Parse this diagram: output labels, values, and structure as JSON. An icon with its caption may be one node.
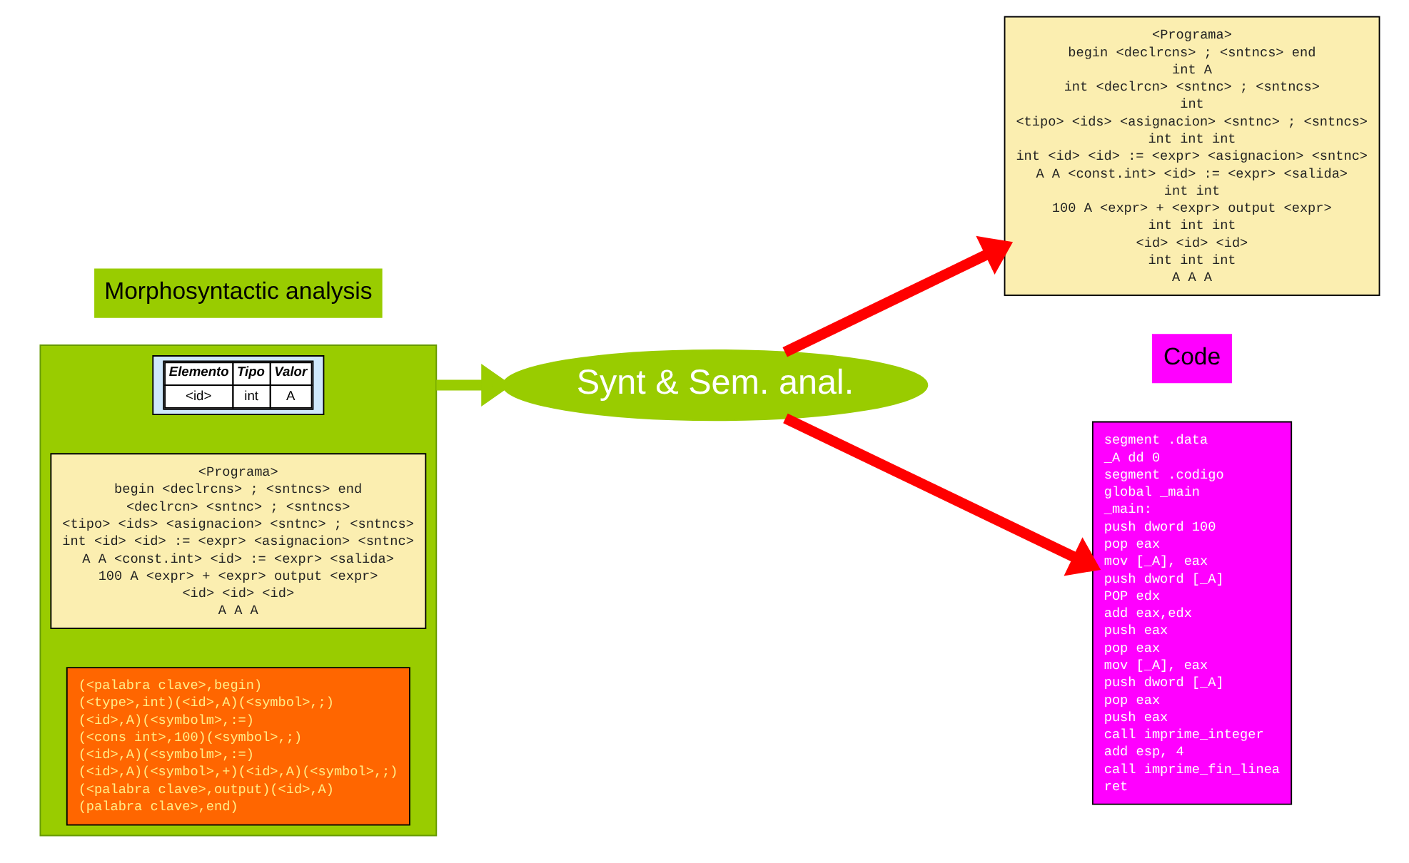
{
  "diagram": {
    "nodes": [
      {
        "text": [],
        "shape": "box"
      },
      {
        "text": [
          "Elemento",
          "Tipo",
          "Valor",
          "<id>",
          "int",
          "A"
        ],
        "in": 0
      },
      {
        "text": [
          "<Programa>",
          "begin <declrcns> ; <sntncs> end",
          "<declrcn> <sntnc> ; <sntncs>",
          "<tipo> <ids> <asignacion> <sntnc> ; <sntncs>",
          "int <id> <id> := <expr> <asignacion> <sntnc>",
          "A A <const.int> <id> := <expr> <salida>",
          "100 A <expr> + <expr> output <expr>",
          "<id> <id> <id>",
          "A A A"
        ],
        "in": 0
      },
      {
        "text": [
          "(<palabra clave>,begin)",
          "(<type>,int)(<id>,A)(<symbol>,;)",
          "(<id>,A)(<symbolm>,:=)",
          "(<cons int>,100)(<symbol>,;)",
          "(<id>,A)(<symbolm>,:=)",
          "(<id>,A)(<symbol>,+)(<id>,A)(<symbol>,;)",
          "(<palabra clave>,output)(<id>,A)",
          "(palabra clave>,end)"
        ],
        "in": 0
      },
      {
        "text": [
          "Morphosyntactic analysis"
        ]
      },
      {
        "text": [
          "Synt & Sem. anal."
        ]
      },
      {
        "text": [
          "<Programa>",
          "begin <declrcns> ; <sntncs> end",
          "int A",
          "int <declrcn> <sntnc> ; <sntncs>",
          "int",
          "<tipo> <ids> <asignacion> <sntnc> ; <sntncs>",
          "int int int",
          "int <id> <id> := <expr> <asignacion> <sntnc>",
          "A A <const.int> <id> := <expr> <salida>",
          "int int",
          "100 A <expr> + <expr> output <expr>",
          "int int int",
          "<id> <id> <id>",
          "int int int",
          "A A A"
        ]
      },
      {
        "text": [
          "segment .data",
          "_A dd 0",
          "segment .codigo",
          "global _main",
          "_main:",
          "push dword 100",
          "pop eax",
          "mov [_A], eax",
          "push dword [_A]",
          "POP edx",
          "add eax,edx",
          "push eax",
          "pop eax",
          "mov [_A], eax",
          "push dword [_A]",
          "pop eax",
          "push eax",
          "call imprime_integer",
          "add esp, 4",
          "call imprime_fin_linea",
          "ret"
        ]
      },
      {
        "text": [
          "Code"
        ]
      }
    ],
    "edges": [
      {
        "from": 0,
        "to": 5,
        "arrow": "to",
        "color": "#99cc00"
      },
      {
        "from": 5,
        "to": 6,
        "arrow": "to",
        "color": "#ff0000"
      },
      {
        "from": 5,
        "to": 7,
        "arrow": "to",
        "color": "#ff0000"
      }
    ]
  }
}
